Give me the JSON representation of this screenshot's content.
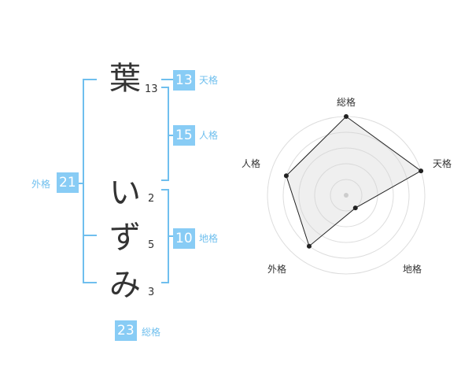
{
  "name": {
    "chars": [
      {
        "char": "葉",
        "strokes": "13"
      },
      {
        "char": "い",
        "strokes": "2"
      },
      {
        "char": "ず",
        "strokes": "5"
      },
      {
        "char": "み",
        "strokes": "3"
      }
    ]
  },
  "fortunes": {
    "tenkaku": {
      "value": "13",
      "label": "天格"
    },
    "jinkaku": {
      "value": "15",
      "label": "人格"
    },
    "chikaku": {
      "value": "10",
      "label": "地格"
    },
    "gaikaku": {
      "value": "21",
      "label": "外格"
    },
    "soukaku": {
      "value": "23",
      "label": "総格"
    }
  },
  "colors": {
    "accent": "#6fbfee",
    "badge": "#88ccf5",
    "text": "#333333"
  },
  "chart_data": {
    "type": "radar",
    "axes": [
      "総格",
      "天格",
      "地格",
      "外格",
      "人格"
    ],
    "values": [
      5,
      5,
      1,
      4,
      4
    ],
    "max": 5,
    "rings": 5
  }
}
